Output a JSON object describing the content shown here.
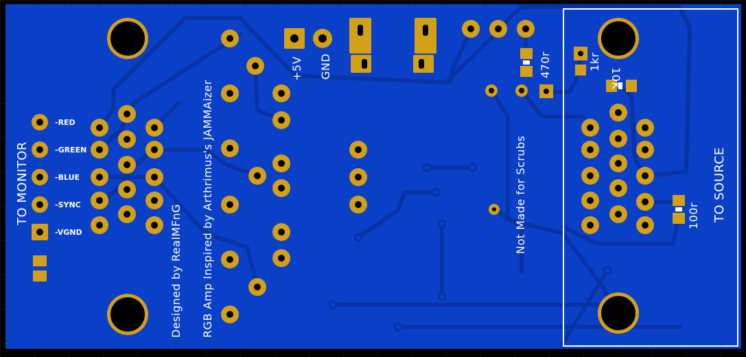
{
  "labels": {
    "to_monitor": "TO MONITOR",
    "to_source": "TO SOURCE",
    "designed_by": "Designed by RealMFnG",
    "inspired_by": "RGB Amp Inspired by Arthrimus's JAMMAizer",
    "not_made": "Not Made for Scrubs",
    "plus5v": "+5V",
    "gnd": "GND",
    "r470": "470r",
    "r1k": "1kr",
    "r10k": "10K",
    "r100": "100r"
  },
  "pins": [
    {
      "label": "-RED"
    },
    {
      "label": "-GREEN"
    },
    {
      "label": "-BLUE"
    },
    {
      "label": "-SYNC"
    },
    {
      "label": "-VGND"
    }
  ],
  "colors": {
    "background": "#000000",
    "board": "#0a3fc8",
    "trace": "#0733a4",
    "pad": "#d4a017",
    "silkscreen": "#ffffff"
  }
}
